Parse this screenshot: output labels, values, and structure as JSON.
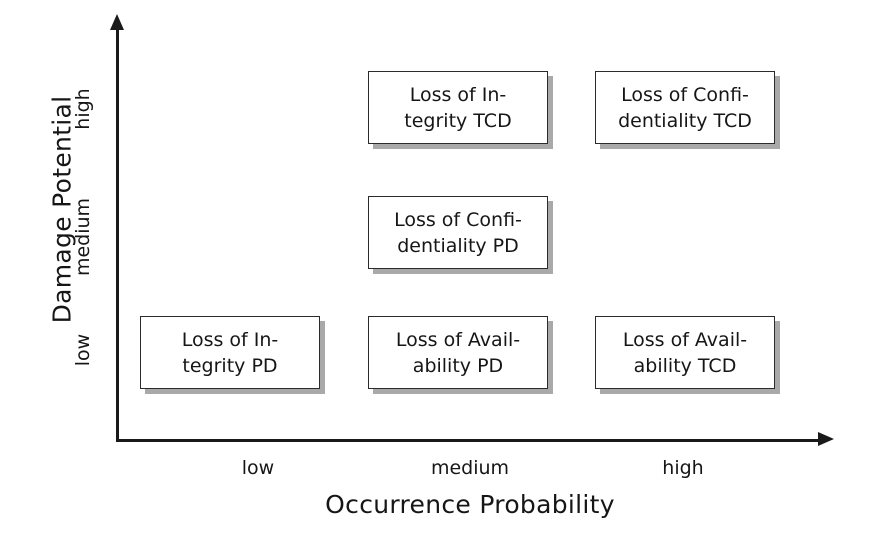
{
  "chart_data": {
    "type": "table",
    "title": "",
    "xlabel": "Occurrence Probability",
    "ylabel": "Damage Potential",
    "x_categories": [
      "low",
      "medium",
      "high"
    ],
    "y_categories": [
      "low",
      "medium",
      "high"
    ],
    "grid": false,
    "legend": "none",
    "cells": [
      {
        "x": "medium",
        "y": "high",
        "label": "Loss of In-\ntegrity TCD"
      },
      {
        "x": "high",
        "y": "high",
        "label": "Loss of Confi-\ndentiality TCD"
      },
      {
        "x": "medium",
        "y": "medium",
        "label": "Loss of Confi-\ndentiality PD"
      },
      {
        "x": "low",
        "y": "low",
        "label": "Loss of In-\ntegrity PD"
      },
      {
        "x": "medium",
        "y": "low",
        "label": "Loss of Avail-\nability PD"
      },
      {
        "x": "high",
        "y": "low",
        "label": "Loss of Avail-\nability TCD"
      }
    ]
  },
  "axes": {
    "y_title": "Damage Potential",
    "x_title": "Occurrence Probability",
    "y_ticks": [
      "high",
      "medium",
      "low"
    ],
    "x_ticks": [
      "low",
      "medium",
      "high"
    ]
  },
  "boxes": {
    "integrity_tcd": "Loss of In-\ntegrity TCD",
    "confidentiality_tcd": "Loss of Confi-\ndentiality TCD",
    "confidentiality_pd": "Loss of Confi-\ndentiality PD",
    "integrity_pd": "Loss of In-\ntegrity PD",
    "availability_pd": "Loss of Avail-\nability PD",
    "availability_tcd": "Loss of Avail-\nability TCD"
  },
  "colors": {
    "axis": "#1a1a1a",
    "box_border": "#2b2b2b",
    "box_shadow": "#a9a9a9",
    "text": "#161616",
    "background": "#ffffff"
  }
}
